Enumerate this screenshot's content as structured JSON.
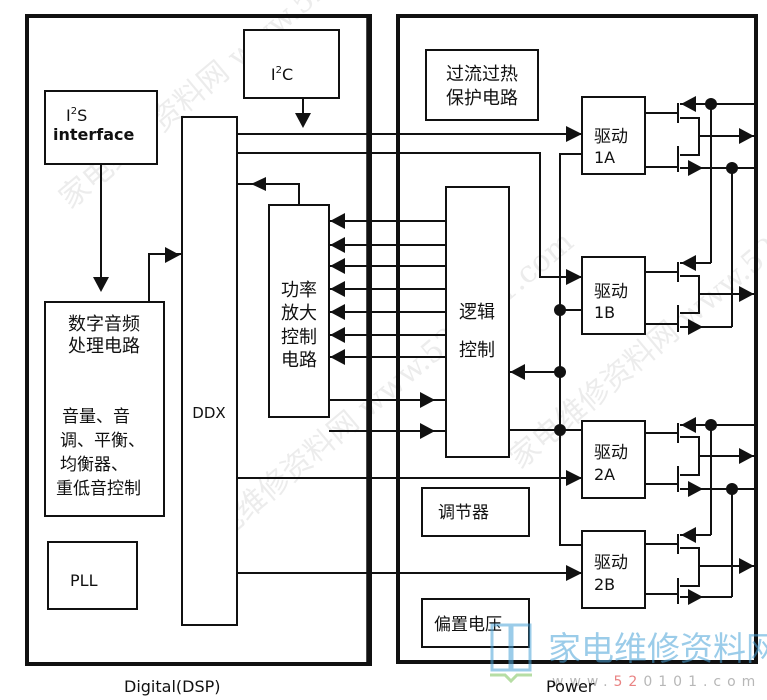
{
  "diagram": {
    "panels": {
      "digital": {
        "label": "Digital(DSP)"
      },
      "power": {
        "label": "Power"
      }
    },
    "blocks": {
      "i2c": {
        "label": "I",
        "sup": "2",
        "tail": "C"
      },
      "i2s": {
        "line1_main": "I",
        "line1_sup": "2",
        "line1_tail": "S",
        "line2": "interface"
      },
      "dsp": {
        "line1": "数字音频",
        "line2": "处理电路",
        "line3": "音量、音",
        "line4": "调、平衡、",
        "line5": "均衡器、",
        "line6": "重低音控制"
      },
      "pll": {
        "label": "PLL"
      },
      "ddx": {
        "label": "DDX"
      },
      "pa_ctrl": {
        "line1": "功率",
        "line2": "放大",
        "line3": "控制",
        "line4": "电路"
      },
      "ocp": {
        "line1": "过流过热",
        "line2": "保护电路"
      },
      "logic": {
        "line1": "逻辑",
        "line2": "控制"
      },
      "regulator": {
        "label": "调节器"
      },
      "bias": {
        "label": "偏置电压"
      },
      "drivers": [
        {
          "line1": "驱动",
          "line2": "1A"
        },
        {
          "line1": "驱动",
          "line2": "1B"
        },
        {
          "line1": "驱动",
          "line2": "2A"
        },
        {
          "line1": "驱动",
          "line2": "2B"
        }
      ]
    },
    "watermark": {
      "diagonal": "家电维修资料网 www.520101.com",
      "logo_text": "家电维修资料网",
      "url_prefix": "www.",
      "url_accent": "52",
      "url_rest": "0101.com",
      "logo_color": "#4aa3d8",
      "accent_color": "#e05050",
      "book_color": "#7cc35a"
    }
  }
}
